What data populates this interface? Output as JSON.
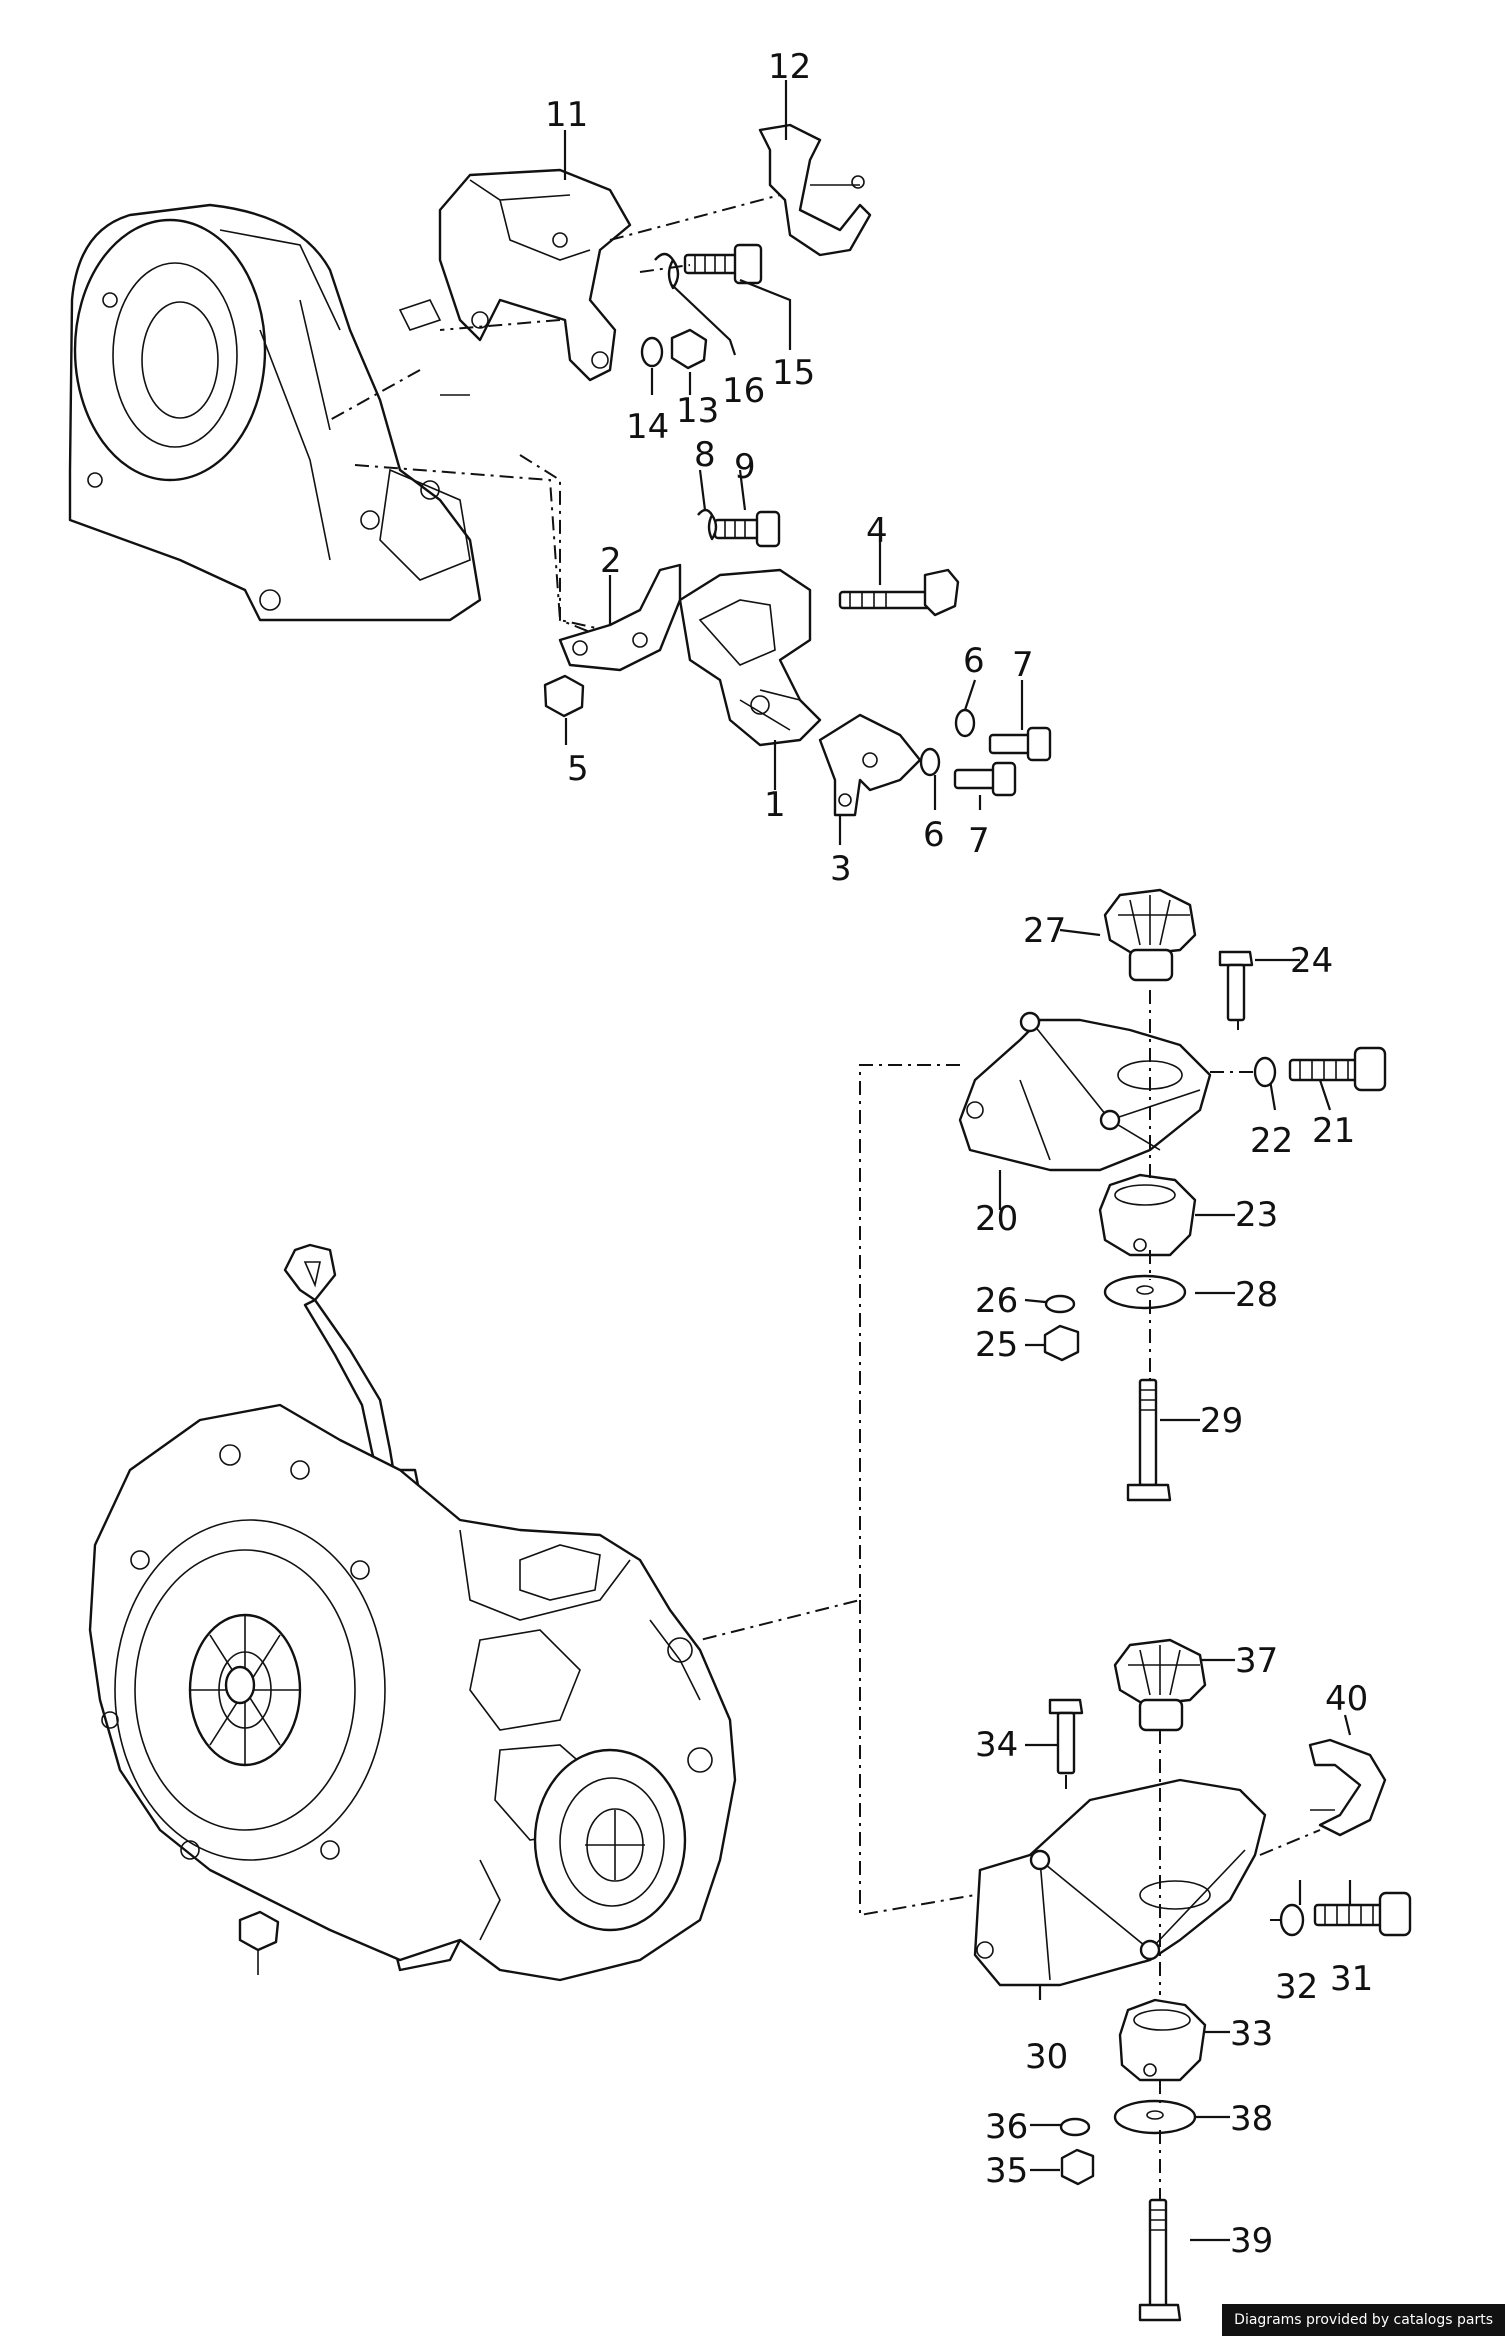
{
  "credit": "Diagrams provided by catalogs parts",
  "callouts": {
    "c1": "1",
    "c2": "2",
    "c3": "3",
    "c4": "4",
    "c5": "5",
    "c6a": "6",
    "c6b": "6",
    "c7a": "7",
    "c7b": "7",
    "c8": "8",
    "c9": "9",
    "c11": "11",
    "c12": "12",
    "c13": "13",
    "c14": "14",
    "c15": "15",
    "c16": "16",
    "c20": "20",
    "c21": "21",
    "c22": "22",
    "c23": "23",
    "c24": "24",
    "c25": "25",
    "c26": "26",
    "c27": "27",
    "c28": "28",
    "c29": "29",
    "c30": "30",
    "c31": "31",
    "c32": "32",
    "c33": "33",
    "c34": "34",
    "c35": "35",
    "c36": "36",
    "c37": "37",
    "c38": "38",
    "c39": "39",
    "c40": "40"
  }
}
